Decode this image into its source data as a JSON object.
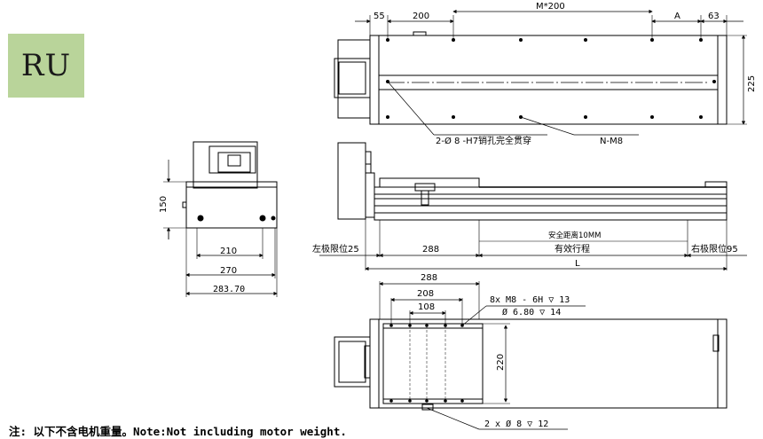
{
  "badge": {
    "label": "RU",
    "color": "#b9d49a"
  },
  "top_view": {
    "dims": {
      "d55": "55",
      "d200": "200",
      "m200": "M*200",
      "a": "A",
      "d63": "63",
      "h225": "225"
    },
    "callout_pin": "2-Ø 8 -H7销孔完全贯穿",
    "callout_holes": "N-M8"
  },
  "side_view": {
    "safety": "安全距离10MM",
    "left_limit": "左极限位25",
    "d288": "288",
    "stroke": "有效行程",
    "right_limit": "右极限位95",
    "length": "L"
  },
  "end_view": {
    "d150": "150",
    "d210": "210",
    "d270": "270",
    "d283": "283.70"
  },
  "bottom_view": {
    "d288": "288",
    "d208": "208",
    "d108": "108",
    "h220": "220",
    "spec1": "8x  M8 - 6H ▽ 13",
    "spec2": "Ø 6.80 ▽ 14",
    "spec3": "2 x Ø 8 ▽ 12"
  },
  "footnote": "注: 以下不含电机重量。Note:Not including motor weight."
}
